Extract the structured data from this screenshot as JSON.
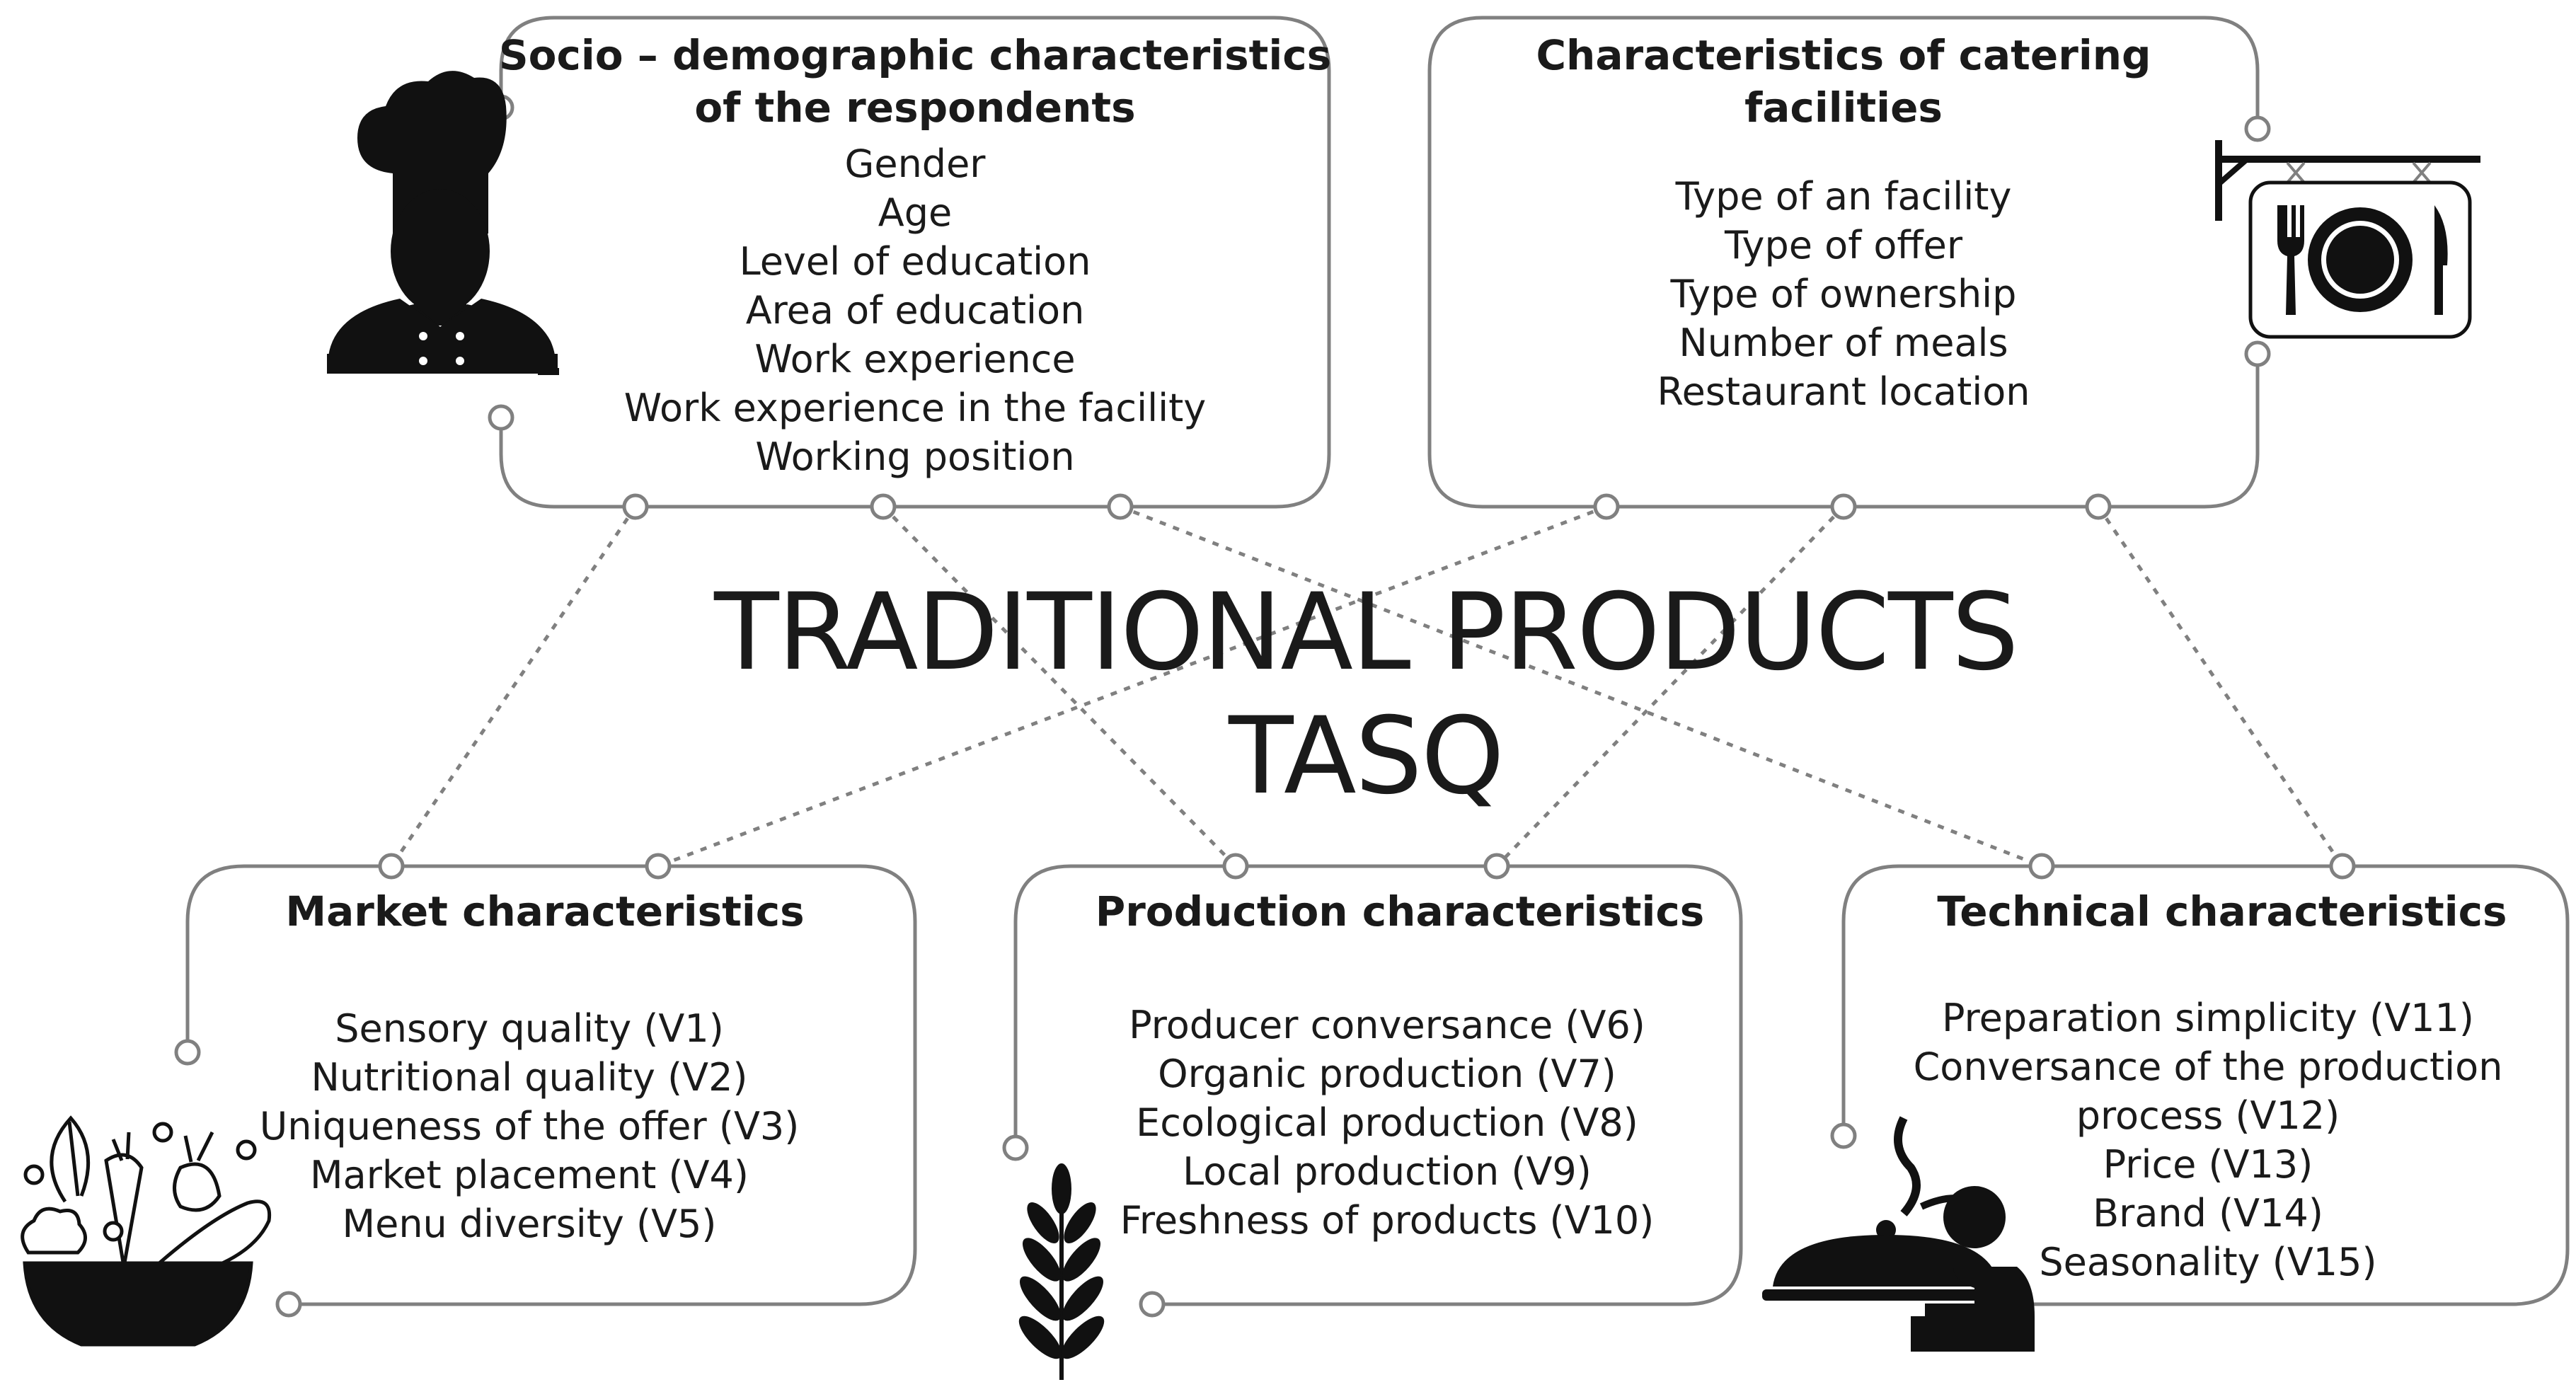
{
  "center": {
    "line1": "TRADITIONAL PRODUCTS",
    "line2": "TASQ"
  },
  "boxes": {
    "socio": {
      "title": [
        "Socio – demographic characteristics",
        "of the respondents"
      ],
      "items": [
        "Gender",
        "Age",
        "Level of education",
        "Area of education",
        "Work  experience",
        "Work experience in the facility",
        "Working position"
      ],
      "icon": "chef-icon"
    },
    "catering": {
      "title": [
        "Characteristics of catering",
        "facilities"
      ],
      "items": [
        "Type of an facility",
        "Type of offer",
        "Type of ownership",
        "Number of meals",
        "Restaurant  location"
      ],
      "icon": "restaurant-sign-icon"
    },
    "market": {
      "title": [
        "Market characteristics"
      ],
      "items": [
        "Sensory quality (V1)",
        "Nutritional quality (V2)",
        "Uniqueness of the offer (V3)",
        "Market placement (V4)",
        "Menu diversity (V5)"
      ],
      "icon": "vegetable-bowl-icon"
    },
    "production": {
      "title": [
        "Production characteristics"
      ],
      "items": [
        "Producer conversance (V6)",
        "Organic production (V7)",
        "Ecological production (V8)",
        "Local production (V9)",
        "Freshness of  products (V10)"
      ],
      "icon": "wheat-icon"
    },
    "technical": {
      "title": [
        "Technical  characteristics"
      ],
      "items": [
        "Preparation simplicity (V11)",
        "Conversance of the production",
        "process (V12)",
        "Price (V13)",
        "Brand (V14)",
        "Seasonality (V15)"
      ],
      "icon": "waiter-cloche-icon"
    }
  },
  "colors": {
    "border": "#808080",
    "text": "#1a1a1a",
    "icon": "#111111",
    "connector": "#808080"
  }
}
